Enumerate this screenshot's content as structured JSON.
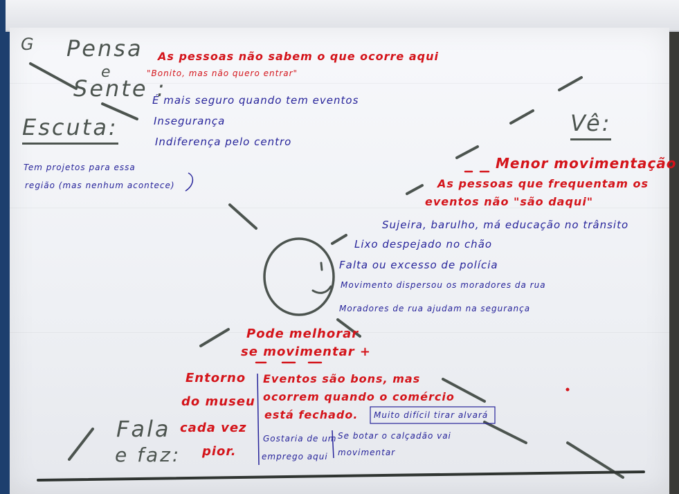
{
  "headings": {
    "pensa": "Pensa",
    "e_conj_pensa": "e",
    "sente": "Sente :",
    "escuta": "Escuta:",
    "ve": "Vê:",
    "fala": "Fala",
    "e_faz": "e faz:",
    "corner_mark": "G"
  },
  "pensa_sente": {
    "red_line": "As pessoas não sabem o que ocorre aqui",
    "quote": "\"Bonito, mas não quero entrar\"",
    "items": [
      "É mais seguro quando tem eventos",
      "Insegurança",
      "Indiferença pelo centro"
    ]
  },
  "escuta": {
    "items": [
      "Tem projetos para essa",
      "região (mas nenhum acontece)"
    ]
  },
  "ve": {
    "red_items": [
      "Menor movimentação",
      "As pessoas que frequentam os",
      "eventos não \"são daqui\""
    ],
    "blue_items": [
      "Sujeira, barulho, má educação no trânsito",
      "Lixo despejado no chão",
      "Falta ou excesso de polícia",
      "Movimento dispersou os moradores da rua",
      "Moradores de rua ajudam na segurança"
    ]
  },
  "center": {
    "red_line1": "Pode melhorar",
    "red_line2": "se movimentar +"
  },
  "fala_faz": {
    "red_left": [
      "Entorno",
      "do museu",
      "cada vez",
      "pior."
    ],
    "red_right": [
      "Eventos são bons, mas",
      "ocorrem quando o comércio",
      "está fechado."
    ],
    "boxed": "Muito difícil tirar alvará",
    "blue_left": [
      "Gostaria de um",
      "emprego aqui"
    ],
    "blue_right": [
      "Se botar o calçadão vai",
      "movimentar"
    ]
  },
  "colors": {
    "marker_green": "#4c544f",
    "marker_red": "#d4141a",
    "marker_blue": "#26239a",
    "paper": "#f4f5f8"
  }
}
